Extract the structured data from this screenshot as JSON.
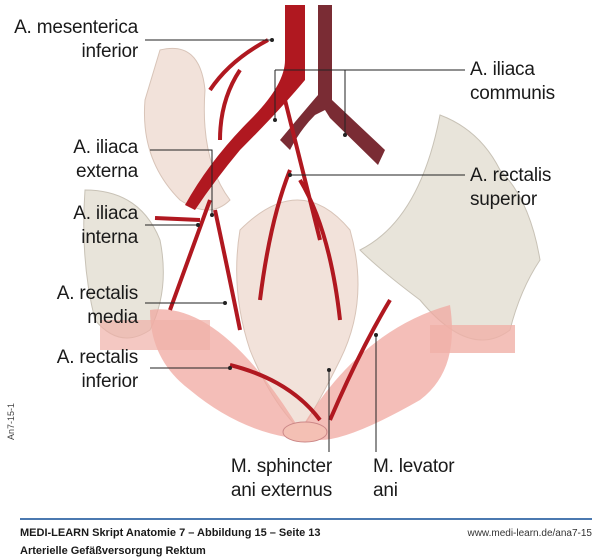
{
  "labels": {
    "mesenterica_inferior": [
      "A. mesenterica",
      "inferior"
    ],
    "iliaca_communis": [
      "A. iliaca",
      "communis"
    ],
    "iliaca_externa": [
      "A. iliaca",
      "externa"
    ],
    "rectalis_superior": [
      "A. rectalis",
      "superior"
    ],
    "iliaca_interna": [
      "A. iliaca",
      "interna"
    ],
    "rectalis_media": [
      "A. rectalis",
      "media"
    ],
    "rectalis_inferior": [
      "A. rectalis",
      "inferior"
    ],
    "sphincter": [
      "M. sphincter",
      "ani externus"
    ],
    "levator": [
      "M. levator",
      "ani"
    ]
  },
  "figure_code": "An7-15-1",
  "footer": {
    "line1": "MEDI-LEARN Skript Anatomie 7 – Abbildung 15 – Seite 13",
    "line2": "Arterielle Gefäßversorgung Rektum",
    "url": "www.medi-learn.de/ana7-15"
  },
  "colors": {
    "artery": "#b01820",
    "vein": "#7a2c34",
    "bone": "#e8e4da",
    "muscle": "#f0a8a0",
    "colon": "#f2e2da",
    "rule": "#4b79b0"
  }
}
